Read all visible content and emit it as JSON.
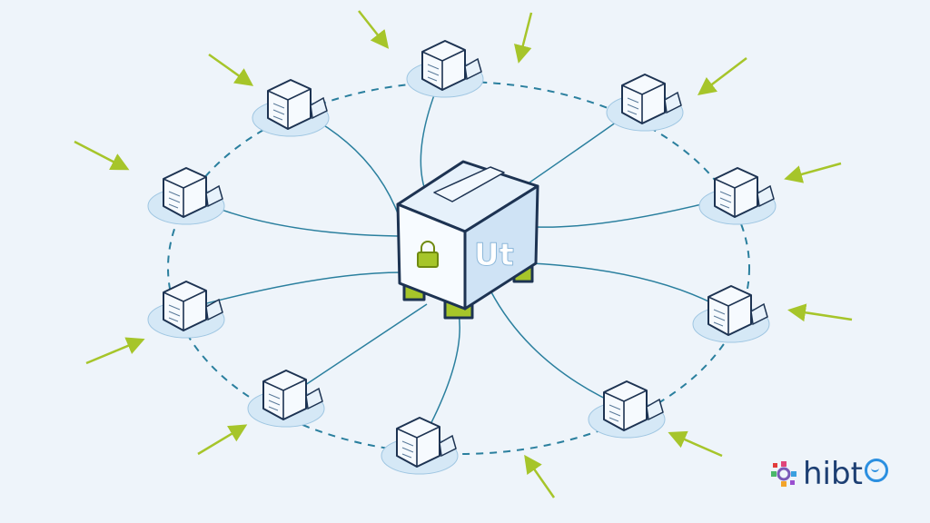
{
  "illustration": {
    "central_box_label": "Ut",
    "node_count": 10,
    "colors": {
      "background": "#eef4fa",
      "line": "#2a7f9e",
      "outline": "#1d3352",
      "box_face": "#dcebf8",
      "accent_green": "#a6c52a"
    }
  },
  "logo": {
    "text": "hibt",
    "icon": "colorful-gear-logo-icon"
  }
}
